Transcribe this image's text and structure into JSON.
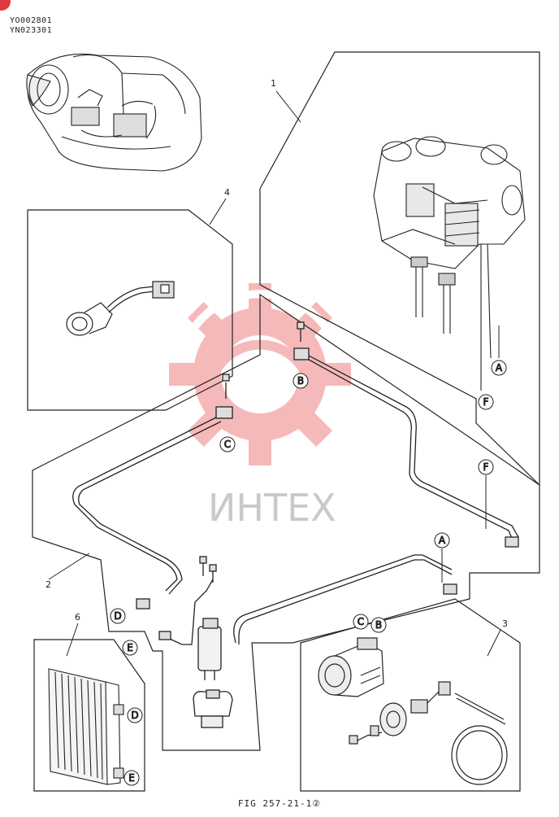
{
  "header": {
    "code_1": "YO002801",
    "code_2": "YN023301"
  },
  "figure_caption": "FIG 257-21-1②",
  "watermark": {
    "text": "ИНТЕХ",
    "gear_color": "#f08080"
  },
  "callouts": {
    "label_1": "1",
    "label_2": "2",
    "label_3": "3",
    "label_4": "4",
    "label_6": "6"
  },
  "connectors": {
    "A": "A",
    "B": "B",
    "C": "C",
    "D": "D",
    "E": "E",
    "F": "F"
  }
}
